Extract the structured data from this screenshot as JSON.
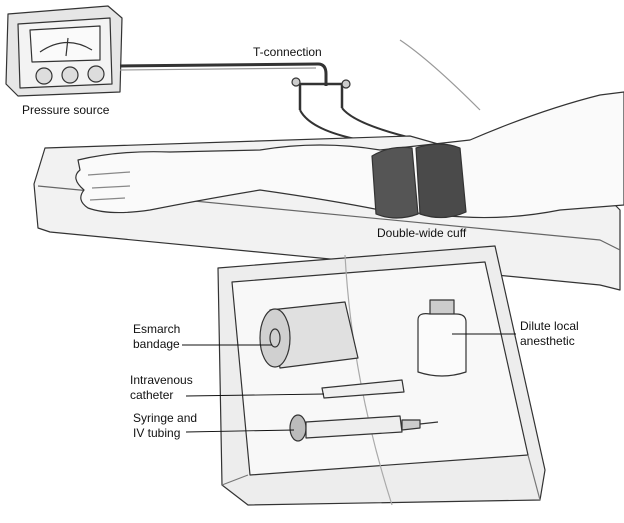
{
  "figure": {
    "labels": {
      "pressure_source": "Pressure source",
      "t_connection": "T-connection",
      "double_wide_cuff": "Double-wide cuff",
      "esmarch_bandage_line1": "Esmarch",
      "esmarch_bandage_line2": "bandage",
      "dilute_local_line1": "Dilute local",
      "dilute_local_line2": "anesthetic",
      "iv_catheter_line1": "Intravenous",
      "iv_catheter_line2": "catheter",
      "syringe_line1": "Syringe and",
      "syringe_line2": "IV tubing"
    }
  }
}
